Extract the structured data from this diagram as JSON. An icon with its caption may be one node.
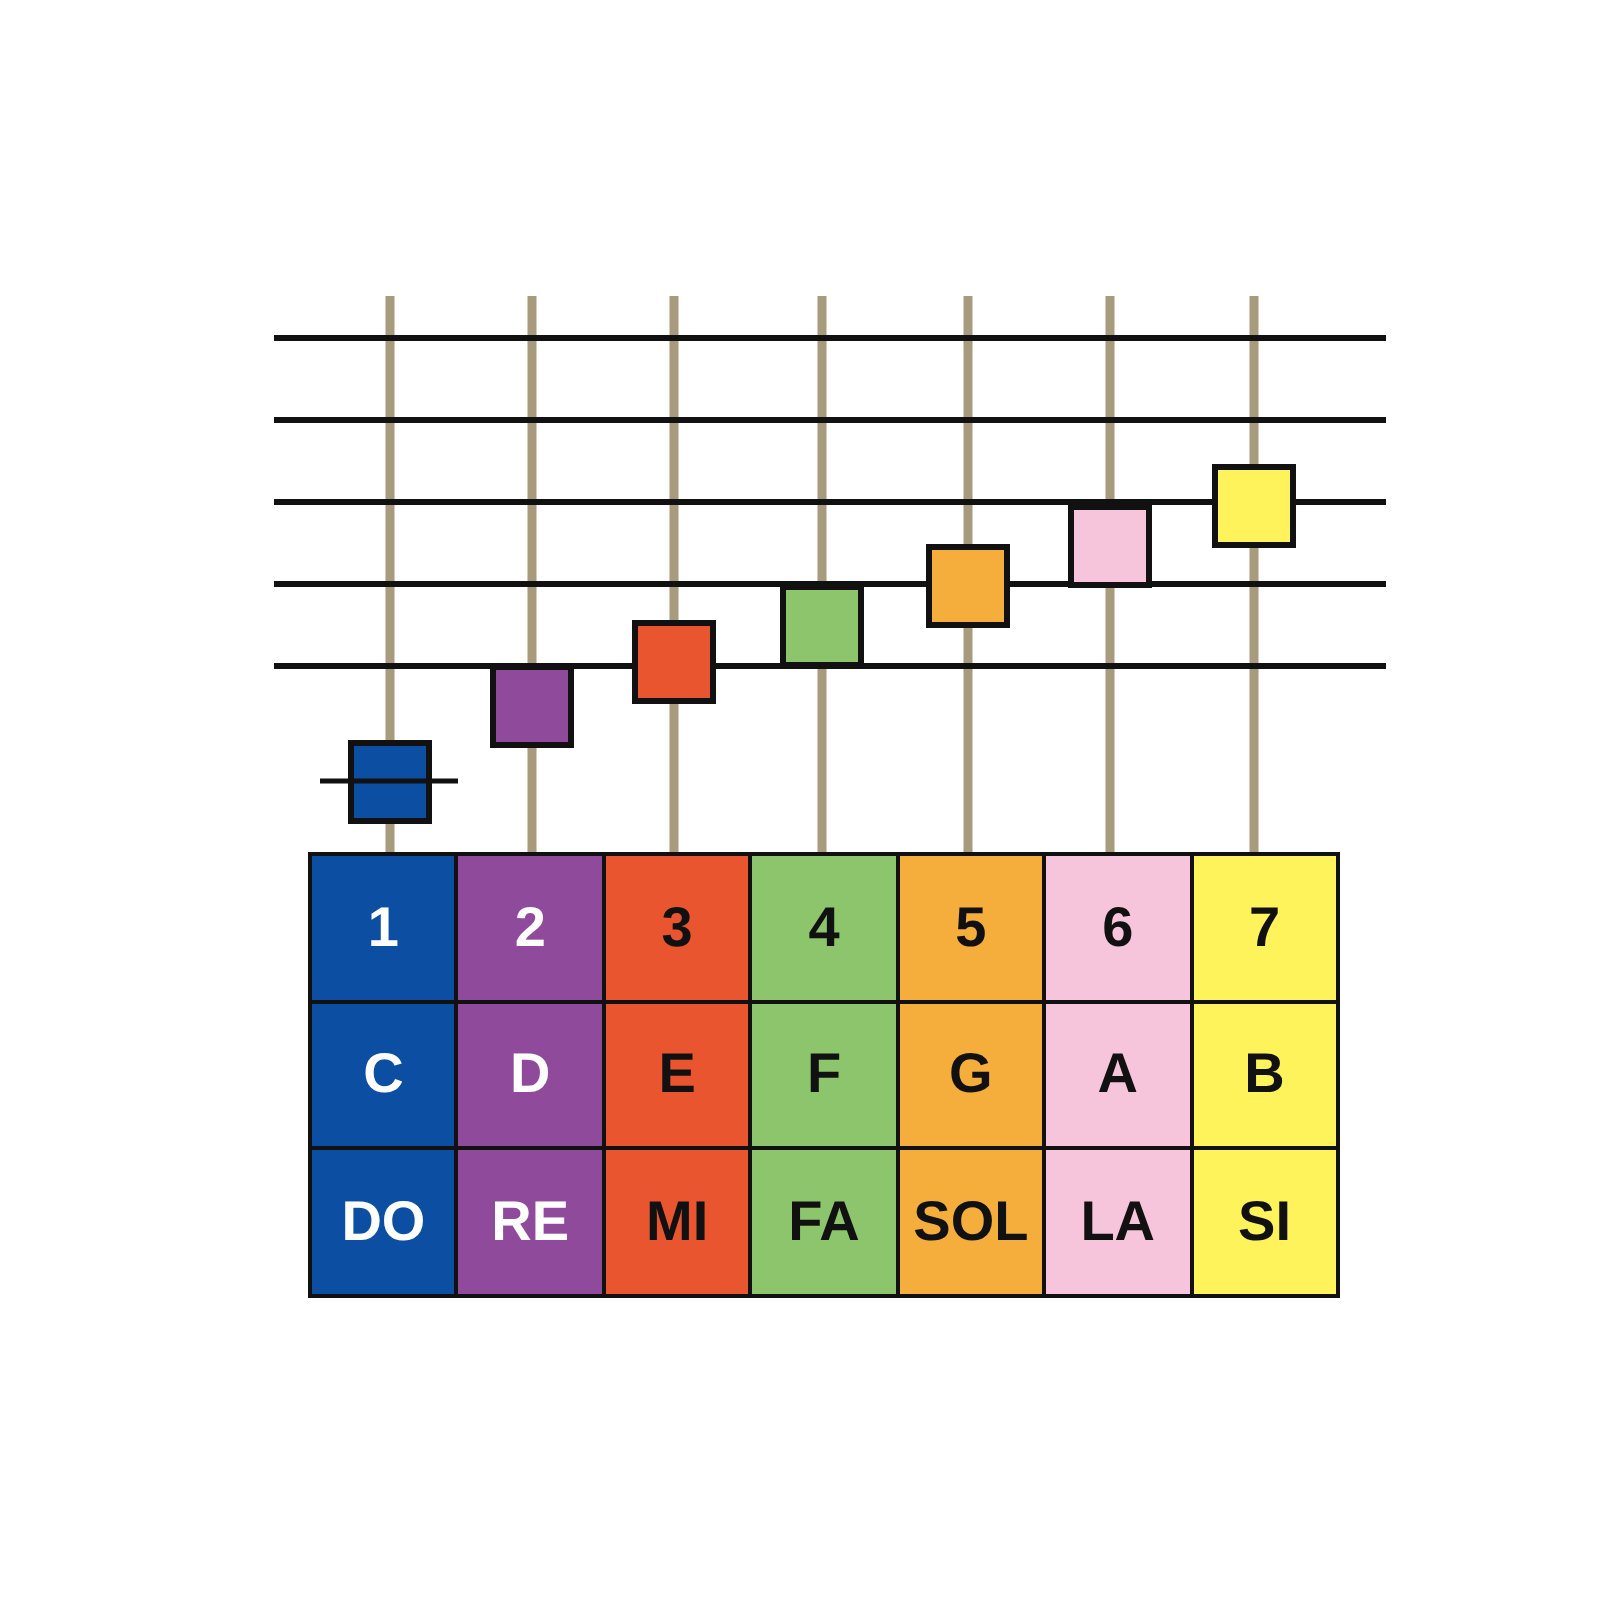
{
  "diagram": {
    "labels": [
      "1",
      "2",
      "3",
      "4",
      "5",
      "6",
      "7",
      "C",
      "D",
      "E",
      "F",
      "G",
      "A",
      "B",
      "DO",
      "RE",
      "MI",
      "FA",
      "SOL",
      "LA",
      "SI"
    ]
  }
}
